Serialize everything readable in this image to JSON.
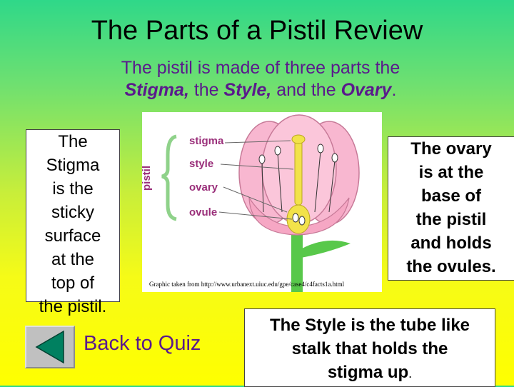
{
  "title": "The Parts of a Pistil Review",
  "subtitle": {
    "line1": "The pistil is made of three parts the",
    "stigma": "Stigma,",
    "the1": " the ",
    "style": "Style,",
    "and_the": " and the ",
    "ovary": "Ovary",
    "period": "."
  },
  "stigma_box": [
    "The",
    "Stigma",
    "is the",
    "sticky",
    "surface",
    "at the",
    "top of",
    "the pistil."
  ],
  "ovary_box": [
    "The ovary",
    "is at the",
    "base of",
    "the pistil",
    "and holds",
    "the ovules."
  ],
  "style_box": {
    "line1": "The Style is the tube like",
    "line2": "stalk that holds the",
    "line3": "stigma up",
    "period": "."
  },
  "figure": {
    "pistil_label": "pistil",
    "labels": [
      "stigma",
      "style",
      "ovary",
      "ovule"
    ],
    "credit": "Graphic taken from http://www.urbanext.uiuc.edu/gpe/case4/c4facts1a.html"
  },
  "back_button": {
    "icon": "triangle-left-icon",
    "label": "Back to Quiz"
  },
  "colors": {
    "title_text": "#000000",
    "subtitle_text": "#5a1a8c",
    "back_triangle": "#008060",
    "petal": "#f8b7d0",
    "stem": "#58c84a",
    "pistil": "#f2e24a"
  }
}
